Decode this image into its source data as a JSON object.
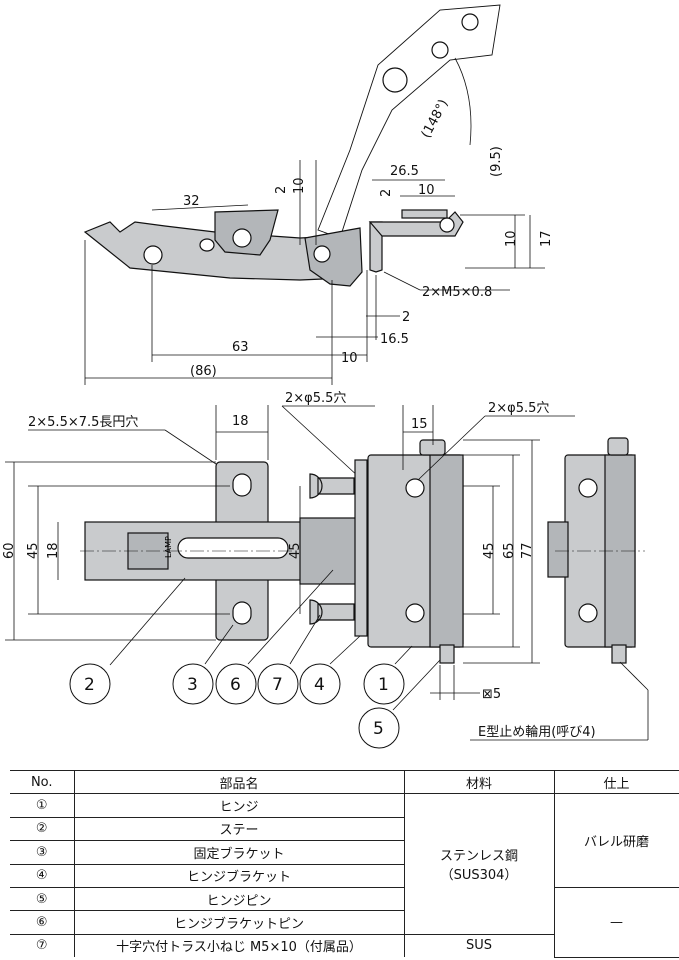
{
  "side_view": {
    "dims": {
      "d32": "32",
      "d2a": "2",
      "d10a": "10",
      "d26_5": "26.5",
      "d9_5": "(9.5)",
      "d2b": "2",
      "d10b": "10",
      "d10c": "10",
      "d17": "17",
      "d63": "63",
      "d86": "(86)",
      "d10d": "10",
      "d2c": "2",
      "d16_5": "16.5",
      "angle": "(148°)",
      "thread": "2×M5×0.8"
    }
  },
  "front_view": {
    "dims": {
      "slot_note": "2×5.5×7.5長円穴",
      "d18a": "18",
      "hole_note_a": "2×φ5.5穴",
      "d60": "60",
      "d45a": "45",
      "d18b": "18",
      "d45b": "45",
      "d15": "15",
      "hole_note_b": "2×φ5.5穴",
      "d45c": "45",
      "d65": "65",
      "d77": "77",
      "d5": "⊠5",
      "e_ring": "E型止め輪用(呼び4)",
      "brand": "LAMP"
    },
    "callouts": [
      "2",
      "3",
      "6",
      "7",
      "4",
      "1",
      "5"
    ]
  },
  "parts_table": {
    "headers": {
      "no": "No.",
      "name": "部品名",
      "material": "材料",
      "finish": "仕上"
    },
    "rows": [
      {
        "no": "①",
        "name": "ヒンジ"
      },
      {
        "no": "②",
        "name": "ステー"
      },
      {
        "no": "③",
        "name": "固定ブラケット"
      },
      {
        "no": "④",
        "name": "ヒンジブラケット"
      },
      {
        "no": "⑤",
        "name": "ヒンジピン"
      },
      {
        "no": "⑥",
        "name": "ヒンジブラケットピン"
      },
      {
        "no": "⑦",
        "name": "十字穴付トラス小ねじ M5×10（付属品）"
      }
    ],
    "material_main_1": "ステンレス鋼",
    "material_main_2": "（SUS304）",
    "material_last": "SUS",
    "finish_main": "バレル研磨",
    "finish_rest": "—"
  }
}
